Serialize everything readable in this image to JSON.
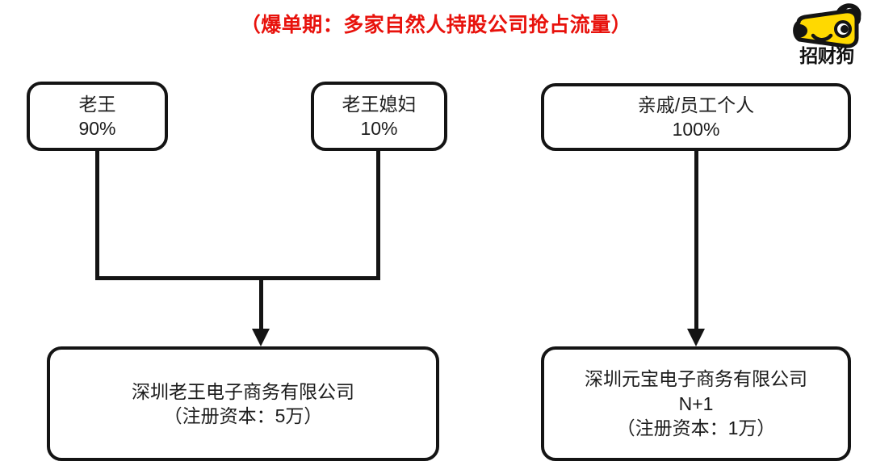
{
  "title": "（爆单期：多家自然人持股公司抢占流量）",
  "title_color": "#e8120c",
  "logo": {
    "name": "zhaocaigou-logo",
    "brand_text": "招财狗",
    "mark_color": "#ffd900",
    "outline_color": "#141414"
  },
  "diagram": {
    "line_color": "#141414",
    "box_border_color": "#141414",
    "box_fill": "#ffffff",
    "nodes": [
      {
        "id": "laowang",
        "name": "老王",
        "percent": "90%"
      },
      {
        "id": "laowang-wife",
        "name": "老王媳妇",
        "percent": "10%"
      },
      {
        "id": "relative-employee",
        "name": "亲戚/员工个人",
        "percent": "100%"
      },
      {
        "id": "company-left",
        "name": "深圳老王电子商务有限公司",
        "capital": "（注册资本：5万）"
      },
      {
        "id": "company-right",
        "name": "深圳元宝电子商务有限公司",
        "suffix": "N+1",
        "capital": "（注册资本：1万）"
      }
    ],
    "edges": [
      {
        "from": "老王",
        "to": "深圳老王电子商务有限公司",
        "style": "elbow-merge-arrow"
      },
      {
        "from": "老王媳妇",
        "to": "深圳老王电子商务有限公司",
        "style": "elbow-merge-arrow"
      },
      {
        "from": "亲戚/员工个人",
        "to": "深圳元宝电子商务有限公司",
        "style": "straight-arrow"
      }
    ]
  }
}
